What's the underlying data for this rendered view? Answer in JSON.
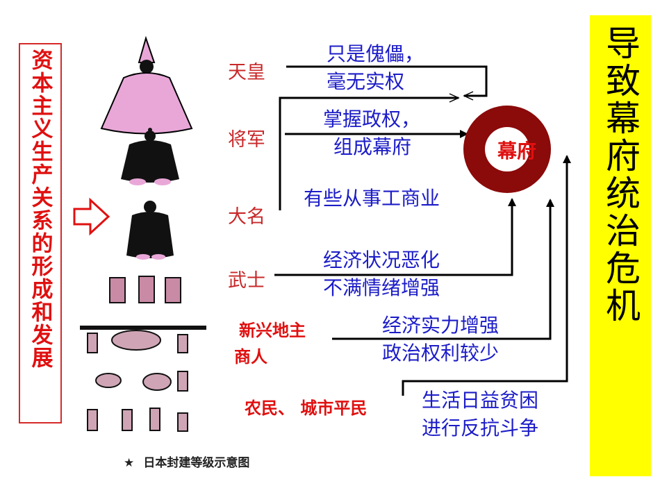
{
  "left_box": {
    "text": "资本主义生产关系的形成和发展"
  },
  "right_box": {
    "text": "导致幕府统治危机"
  },
  "center": {
    "label": "幕府"
  },
  "figure": {
    "caption": "日本封建等级示意图"
  },
  "ranks": {
    "emperor": "天皇",
    "shogun": "将军",
    "daimyo": "大名",
    "samurai": "武士",
    "new_landlords_1": "新兴地主",
    "new_landlords_2": "商人",
    "peasants": "农民、 城市平民"
  },
  "descriptions": {
    "emperor_1": "只是傀儡，",
    "emperor_2": "毫无实权",
    "shogun_1": "掌握政权，",
    "shogun_2": "组成幕府",
    "daimyo": "有些从事工商业",
    "samurai_1": "经济状况恶化",
    "samurai_2": "不满情绪增强",
    "merchants_1": "经济实力增强",
    "merchants_2": "政治权利较少",
    "peasants_1": "生活日益贫困",
    "peasants_2": "进行反抗斗争"
  },
  "colors": {
    "accent_red": "#e01010",
    "text_blue": "#1c1cc8",
    "highlight_yellow": "#ffff00",
    "ring": "#8b0a0a"
  }
}
